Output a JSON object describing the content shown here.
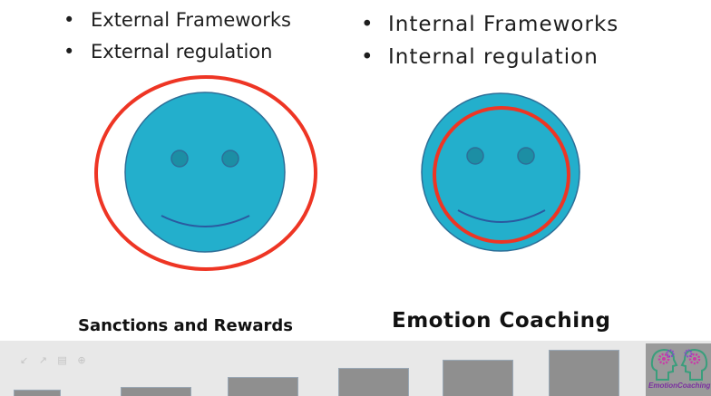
{
  "left_column": {
    "bullets": [
      "External Frameworks",
      "External regulation"
    ],
    "caption": "Sanctions and Rewards"
  },
  "right_column": {
    "bullets": [
      "Internal Frameworks",
      "Internal regulation"
    ],
    "caption": "Emotion Coaching"
  },
  "bullet_glyph": "•",
  "colors": {
    "face_fill": "#23afcc",
    "face_stroke": "#2d6f98",
    "eye_fill": "#1c8ea4",
    "smile_stroke": "#2a5aa0",
    "ring": "#ee3524"
  },
  "toolbar": {
    "controls_glyphs": "↙ ↗ ▤ ⊕"
  },
  "logo": {
    "text": "EmotionCoaching",
    "icon": "heads-with-gears-icon"
  }
}
